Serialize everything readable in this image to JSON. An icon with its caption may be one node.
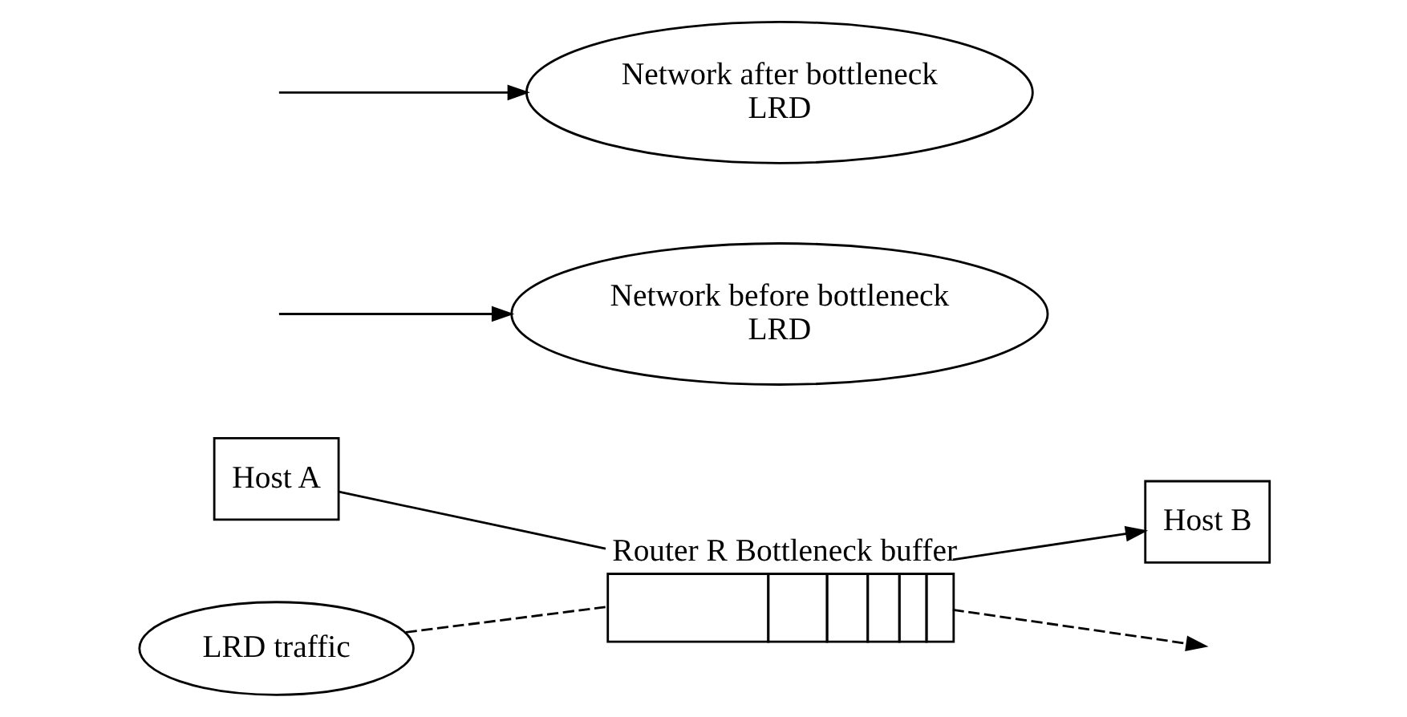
{
  "diagram": {
    "nodes": [
      {
        "text": [
          "Host A"
        ]
      },
      {
        "text": [
          "Network before bottleneck",
          "LRD"
        ]
      },
      {
        "text": [
          "Router R Bottleneck buffer"
        ]
      },
      {
        "text": [
          "Network after bottleneck",
          "LRD"
        ]
      },
      {
        "text": [
          "LRD traffic"
        ]
      },
      {
        "text": [
          "Host B"
        ]
      }
    ],
    "edges": [
      {
        "from": 0,
        "to": 2,
        "arrow": "none"
      },
      {
        "from": 2,
        "to": 5,
        "arrow": "to"
      },
      {
        "from": 4,
        "to": 2,
        "arrow": "none",
        "style": "dashed"
      },
      {
        "from": 2,
        "to": null,
        "arrow": "to",
        "style": "dashed"
      },
      {
        "from": null,
        "to": 1,
        "arrow": "to"
      },
      {
        "from": null,
        "to": 3,
        "arrow": "to"
      }
    ]
  }
}
